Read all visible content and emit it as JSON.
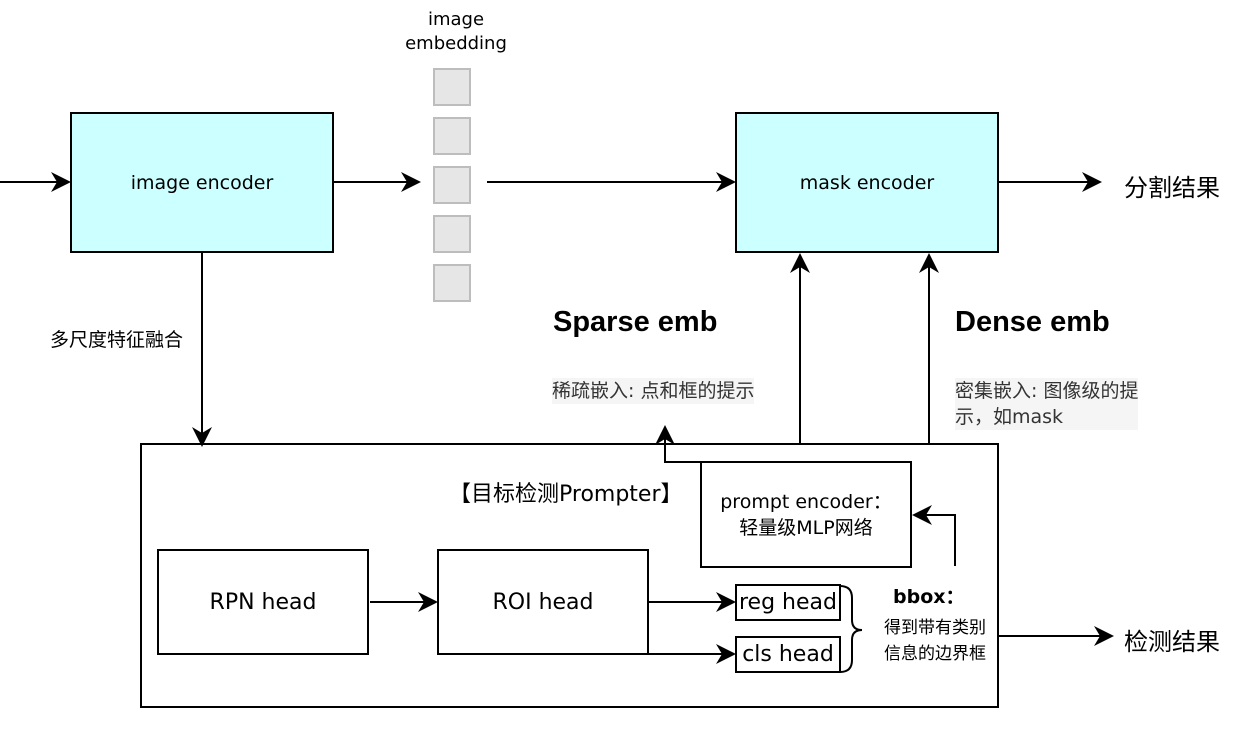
{
  "image_embedding_label": [
    "image",
    "embedding"
  ],
  "image_encoder": "image encoder",
  "mask_encoder": "mask encoder",
  "seg_result": "分割结果",
  "multi_scale": "多尺度特征融合",
  "sparse_title": "Sparse emb",
  "sparse_desc": "稀疏嵌入: 点和框的提示",
  "dense_title": "Dense emb",
  "dense_desc": [
    "密集嵌入: 图像级的提",
    "示，如mask"
  ],
  "detector_title": "【目标检测Prompter】",
  "prompt_encoder": [
    "prompt encoder：",
    "轻量级MLP网络"
  ],
  "rpn_head": "RPN head",
  "roi_head": "ROI head",
  "reg_head": "reg head",
  "cls_head": "cls head",
  "bbox_title": "bbox：",
  "bbox_desc": [
    "得到带有类别",
    "信息的边界框"
  ],
  "det_result": "检测结果",
  "colors": {
    "encoder_fill": "#ccffff",
    "embedding_cell": "#e6e6e6"
  }
}
